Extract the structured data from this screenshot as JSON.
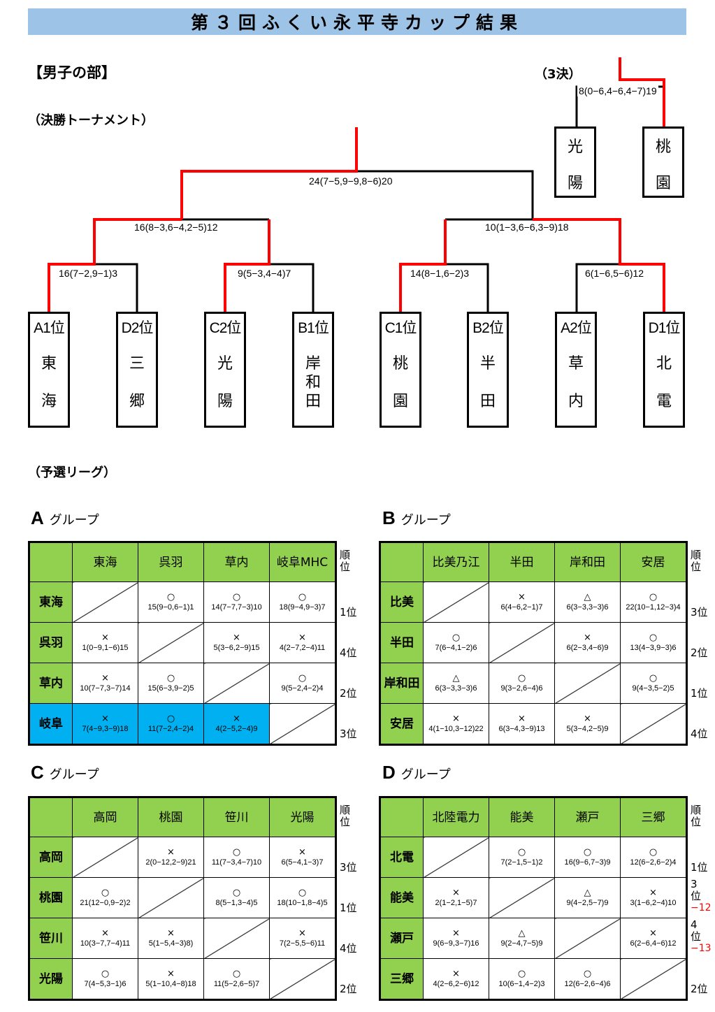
{
  "title": "第３回ふくい永平寺カップ結果",
  "section": "【男子の部】",
  "tournament_heading": "（決勝トーナメント）",
  "third_place_heading": "（3決）",
  "preliminary_heading": "（予選リーグ）",
  "third_place": {
    "score": "8(0−6,4−6,4−7)19",
    "left": {
      "c1": "光",
      "c2": "陽"
    },
    "right": {
      "c1": "桃",
      "c2": "園"
    }
  },
  "bracket": {
    "final_score": "24(7−5,9−9,8−6)20",
    "semi_left_score": "16(8−3,6−4,2−5)12",
    "semi_right_score": "10(1−3,6−6,3−9)18",
    "qf_scores": [
      "16(7−2,9−1)3",
      "9(5−3,4−4)7",
      "14(8−1,6−2)3",
      "6(1−6,5−6)12"
    ],
    "teams": [
      {
        "label": "A1位",
        "chars": [
          "東",
          "海"
        ]
      },
      {
        "label": "D2位",
        "chars": [
          "三",
          "郷"
        ]
      },
      {
        "label": "C2位",
        "chars": [
          "光",
          "陽"
        ]
      },
      {
        "label": "B1位",
        "chars": [
          "岸",
          "和",
          "田"
        ]
      },
      {
        "label": "C1位",
        "chars": [
          "桃",
          "園"
        ]
      },
      {
        "label": "B2位",
        "chars": [
          "半",
          "田"
        ]
      },
      {
        "label": "A2位",
        "chars": [
          "草",
          "内"
        ]
      },
      {
        "label": "D1位",
        "chars": [
          "北",
          "電"
        ]
      }
    ]
  },
  "rank_header": "順\n位",
  "groups": {
    "A": {
      "letter": "A",
      "suffix": "グループ",
      "cols": [
        "東海",
        "呉羽",
        "草内",
        "岐阜MHC"
      ],
      "rows": [
        {
          "name": "東海",
          "cells": [
            null,
            {
              "s": "○",
              "r": "15(9−0,6−1)1"
            },
            {
              "s": "○",
              "r": "14(7−7,7−3)10"
            },
            {
              "s": "○",
              "r": "18(9−4,9−3)7"
            }
          ],
          "rank": "1位"
        },
        {
          "name": "呉羽",
          "cells": [
            {
              "s": "×",
              "r": "1(0−9,1−6)15"
            },
            null,
            {
              "s": "×",
              "r": "5(3−6,2−9)15"
            },
            {
              "s": "×",
              "r": "4(2−7,2−4)11"
            }
          ],
          "rank": "4位"
        },
        {
          "name": "草内",
          "cells": [
            {
              "s": "×",
              "r": "10(7−7,3−7)14"
            },
            {
              "s": "○",
              "r": "15(6−3,9−2)5"
            },
            null,
            {
              "s": "○",
              "r": "9(5−2,4−2)4"
            }
          ],
          "rank": "2位"
        },
        {
          "name": "岐阜",
          "cells": [
            {
              "s": "×",
              "r": "7(4−9,3−9)18"
            },
            {
              "s": "○",
              "r": "11(7−2,4−2)4"
            },
            {
              "s": "×",
              "r": "4(2−5,2−4)9"
            },
            null
          ],
          "rank": "3位"
        }
      ]
    },
    "B": {
      "letter": "B",
      "suffix": "グループ",
      "cols": [
        "比美乃江",
        "半田",
        "岸和田",
        "安居"
      ],
      "rows": [
        {
          "name": "比美",
          "cells": [
            null,
            {
              "s": "×",
              "r": "6(4−6,2−1)7"
            },
            {
              "s": "△",
              "r": "6(3−3,3−3)6"
            },
            {
              "s": "○",
              "r": "22(10−1,12−3)4"
            }
          ],
          "rank": "3位"
        },
        {
          "name": "半田",
          "cells": [
            {
              "s": "○",
              "r": "7(6−4,1−2)6"
            },
            null,
            {
              "s": "×",
              "r": "6(2−3,4−6)9"
            },
            {
              "s": "○",
              "r": "13(4−3,9−3)6"
            }
          ],
          "rank": "2位"
        },
        {
          "name": "岸和田",
          "cells": [
            {
              "s": "△",
              "r": "6(3−3,3−3)6"
            },
            {
              "s": "○",
              "r": "9(3−2,6−4)6"
            },
            null,
            {
              "s": "○",
              "r": "9(4−3,5−2)5"
            }
          ],
          "rank": "1位"
        },
        {
          "name": "安居",
          "cells": [
            {
              "s": "×",
              "r": "4(1−10,3−12)22"
            },
            {
              "s": "×",
              "r": "6(3−4,3−9)13"
            },
            {
              "s": "×",
              "r": "5(3−4,2−5)9"
            },
            null
          ],
          "rank": "4位"
        }
      ]
    },
    "C": {
      "letter": "C",
      "suffix": "グループ",
      "cols": [
        "高岡",
        "桃園",
        "笹川",
        "光陽"
      ],
      "rows": [
        {
          "name": "高岡",
          "cells": [
            null,
            {
              "s": "×",
              "r": "2(0−12,2−9)21"
            },
            {
              "s": "○",
              "r": "11(7−3,4−7)10"
            },
            {
              "s": "×",
              "r": "6(5−4,1−3)7"
            }
          ],
          "rank": "3位"
        },
        {
          "name": "桃園",
          "cells": [
            {
              "s": "○",
              "r": "21(12−0,9−2)2"
            },
            null,
            {
              "s": "○",
              "r": "8(5−1,3−4)5"
            },
            {
              "s": "○",
              "r": "18(10−1,8−4)5"
            }
          ],
          "rank": "1位"
        },
        {
          "name": "笹川",
          "cells": [
            {
              "s": "×",
              "r": "10(3−7,7−4)11"
            },
            {
              "s": "×",
              "r": "5(1−5,4−3)8)"
            },
            null,
            {
              "s": "×",
              "r": "7(2−5,5−6)11"
            }
          ],
          "rank": "4位"
        },
        {
          "name": "光陽",
          "cells": [
            {
              "s": "○",
              "r": "7(4−5,3−1)6"
            },
            {
              "s": "×",
              "r": "5(1−10,4−8)18"
            },
            {
              "s": "○",
              "r": "11(5−2,6−5)7"
            },
            null
          ],
          "rank": "2位"
        }
      ]
    },
    "D": {
      "letter": "D",
      "suffix": "グループ",
      "cols": [
        "北陸電力",
        "能美",
        "瀬戸",
        "三郷"
      ],
      "rows": [
        {
          "name": "北電",
          "cells": [
            null,
            {
              "s": "○",
              "r": "7(2−1,5−1)2"
            },
            {
              "s": "○",
              "r": "16(9−6,7−3)9"
            },
            {
              "s": "○",
              "r": "12(6−2,6−2)4"
            }
          ],
          "rank": "1位"
        },
        {
          "name": "能美",
          "cells": [
            {
              "s": "×",
              "r": "2(1−2,1−5)7"
            },
            null,
            {
              "s": "△",
              "r": "9(4−2,5−7)9"
            },
            {
              "s": "×",
              "r": "3(1−6,2−4)10"
            }
          ],
          "rank": "3位",
          "diff": "−12"
        },
        {
          "name": "瀬戸",
          "cells": [
            {
              "s": "×",
              "r": "9(6−9,3−7)16"
            },
            {
              "s": "△",
              "r": "9(2−4,7−5)9"
            },
            null,
            {
              "s": "×",
              "r": "6(2−6,4−6)12"
            }
          ],
          "rank": "4位",
          "diff": "−13"
        },
        {
          "name": "三郷",
          "cells": [
            {
              "s": "×",
              "r": "4(2−6,2−6)12"
            },
            {
              "s": "○",
              "r": "10(6−1,4−2)3"
            },
            {
              "s": "○",
              "r": "12(6−2,6−4)6"
            },
            null
          ],
          "rank": "2位"
        }
      ]
    }
  }
}
